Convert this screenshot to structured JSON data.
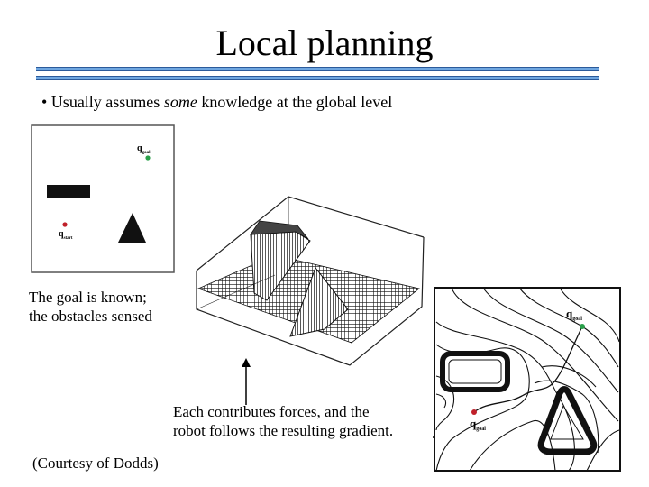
{
  "slide": {
    "title": "Local planning",
    "bullet_marker": "•",
    "bullet_prefix": "Usually assumes",
    "bullet_emphasis": "some",
    "bullet_suffix": "knowledge at the global level"
  },
  "captions": {
    "goal_known_line1": "The goal is known;",
    "goal_known_line2": "the obstacles sensed",
    "forces_line1": "Each contributes forces, and the",
    "forces_line2": "robot follows the resulting gradient.",
    "courtesy": "(Courtesy of Dodds)"
  },
  "figures": {
    "map_q_symbol": "q",
    "map_goal_subscript": "goal",
    "map_start_subscript": "start",
    "contour_q_symbol": "q",
    "contour_goal_subscript": "goal",
    "contour_start_subscript": "goal",
    "point_color": "#2aa04a",
    "start_color": "#c0202a",
    "rule_color": "#6fa6e0"
  }
}
